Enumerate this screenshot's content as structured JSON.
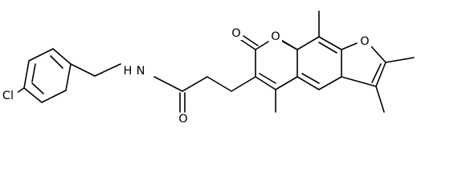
{
  "molecule": {
    "atoms": {
      "chloro": "Cl",
      "amide_nh": "N",
      "amide_h": "H",
      "amide_o": "O",
      "lactone_carbonyl_o": "O",
      "pyran_ring_o": "O",
      "furan_ring_o": "O"
    },
    "colors": {
      "bond": "#000000",
      "text": "#000000",
      "background": "#ffffff"
    }
  }
}
